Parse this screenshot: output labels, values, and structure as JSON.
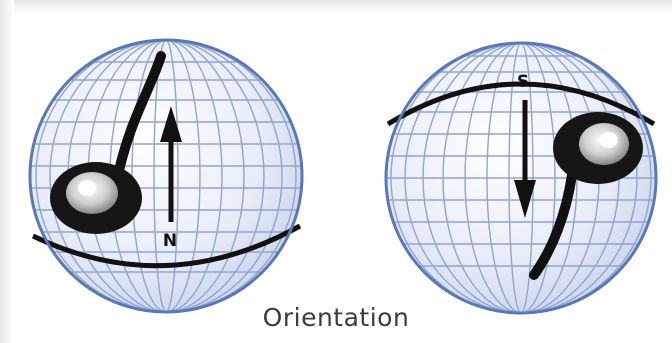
{
  "caption": "Orientation",
  "labels": {
    "north": "N",
    "south": "S"
  },
  "colors": {
    "globe_fill": "#dde3f2",
    "globe_outline": "#5a78b8",
    "grid": "#8fa4cf",
    "ink": "#111111"
  },
  "icons": {
    "left": "north-oriented-globe-icon",
    "right": "south-oriented-globe-icon"
  }
}
